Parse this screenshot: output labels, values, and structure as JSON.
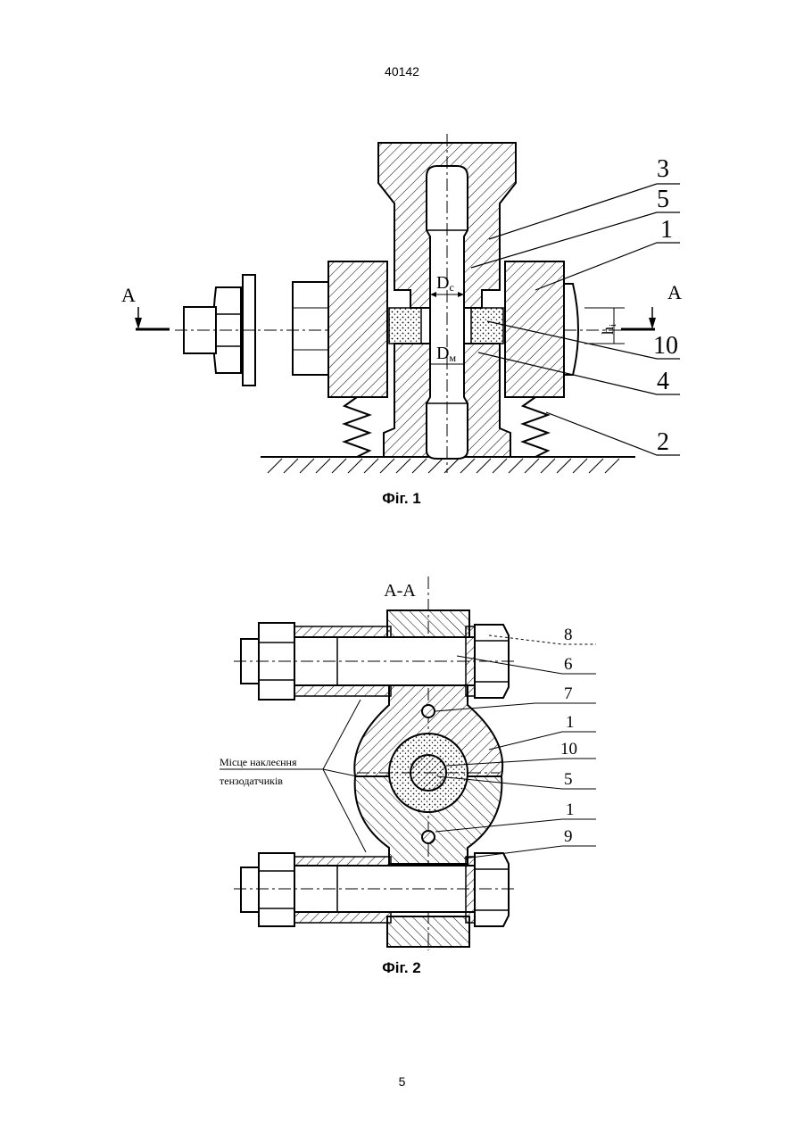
{
  "header": {
    "doc_number": "40142"
  },
  "figure1": {
    "caption": "Фіг. 1",
    "section_mark_left": "A",
    "section_mark_right": "A",
    "dim_upper": "D",
    "dim_upper_sub": "c",
    "dim_lower": "D",
    "dim_lower_sub": "м",
    "dim_height": "h",
    "dim_height_sub": "i",
    "callouts": [
      "3",
      "5",
      "1",
      "10",
      "4",
      "2"
    ]
  },
  "figure2": {
    "caption": "Фіг. 2",
    "section_title": "A-A",
    "note_line1": "Місце наклеєння",
    "note_line2": "тензодатчиків",
    "callouts": [
      "8",
      "6",
      "7",
      "1",
      "10",
      "5",
      "1",
      "9"
    ]
  },
  "footer": {
    "page_number": "5"
  }
}
